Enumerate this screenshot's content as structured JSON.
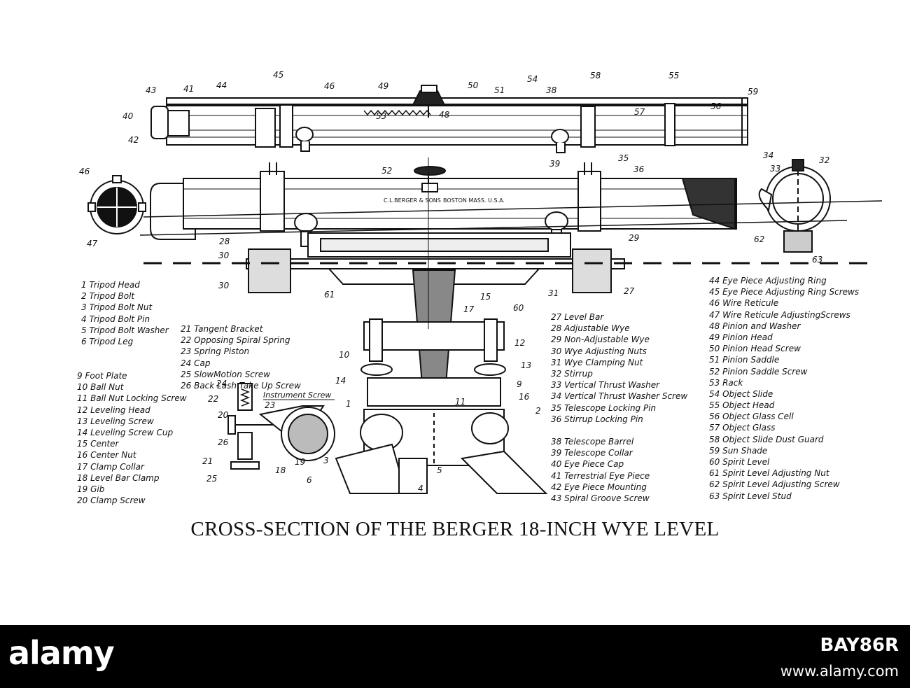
{
  "title": "CROSS-SECTION OF THE BERGER 18-INCH WYE LEVEL",
  "engraving": {
    "maker": "C.L.BERGER & SONS",
    "place": "BOSTON MASS. U.S.A.",
    "instrument_screw": "Instrument Screw"
  },
  "legend": {
    "col1a": [
      "1 Tripod Head",
      "2 Tripod Bolt",
      "3 Tripod Bolt Nut",
      "4 Tripod Bolt Pin",
      "5 Tripod Bolt Washer",
      "6 Tripod Leg"
    ],
    "col1b": [
      "9 Foot Plate",
      "10 Ball Nut",
      "11 Ball Nut Locking Screw",
      "12 Leveling Head",
      "13 Leveling Screw",
      "14 Leveling Screw Cup",
      "15 Center",
      "16 Center Nut",
      "17 Clamp Collar",
      "18 Level Bar Clamp",
      "19 Gib",
      "20 Clamp Screw"
    ],
    "col2": [
      "21 Tangent Bracket",
      "22 Opposing Spiral Spring",
      "23 Spring Piston",
      "24 Cap",
      "25 SlowMotion Screw",
      "26 Back Lash Take Up Screw"
    ],
    "col3a": [
      "27 Level Bar",
      "28 Adjustable Wye",
      "29 Non-Adjustable Wye",
      "30 Wye Adjusting Nuts",
      "31 Wye Clamping Nut",
      "32 Stirrup",
      "33 Vertical Thrust Washer",
      "34 Vertical Thrust Washer Screw",
      "35 Telescope Locking Pin",
      "36 Stirrup Locking Pin"
    ],
    "col3b": [
      "38 Telescope Barrel",
      "39 Telescope Collar",
      "40 Eye Piece Cap",
      "41 Terrestrial Eye Piece",
      "42 Eye Piece Mounting",
      "43 Spiral Groove Screw"
    ],
    "col4": [
      "44 Eye Piece Adjusting Ring",
      "45 Eye Piece Adjusting Ring Screws",
      "46 Wire Reticule",
      "47 Wire Reticule AdjustingScrews",
      "48 Pinion and Washer",
      "49 Pinion Head",
      "50 Pinion Head Screw",
      "51 Pinion Saddle",
      "52 Pinion Saddle Screw",
      "53 Rack",
      "54 Object Slide",
      "55 Object Head",
      "56 Object Glass Cell",
      "57 Object Glass",
      "58 Object Slide Dust Guard",
      "59 Sun Shade",
      "60 Spirit Level",
      "61 Spirit Level Adjusting Nut",
      "62 Spirit Level Adjusting Screw",
      "63 Spirit Level Stud"
    ]
  },
  "watermark": {
    "brand": "alamy",
    "image_id": "BAY86R",
    "url": "www.alamy.com"
  }
}
